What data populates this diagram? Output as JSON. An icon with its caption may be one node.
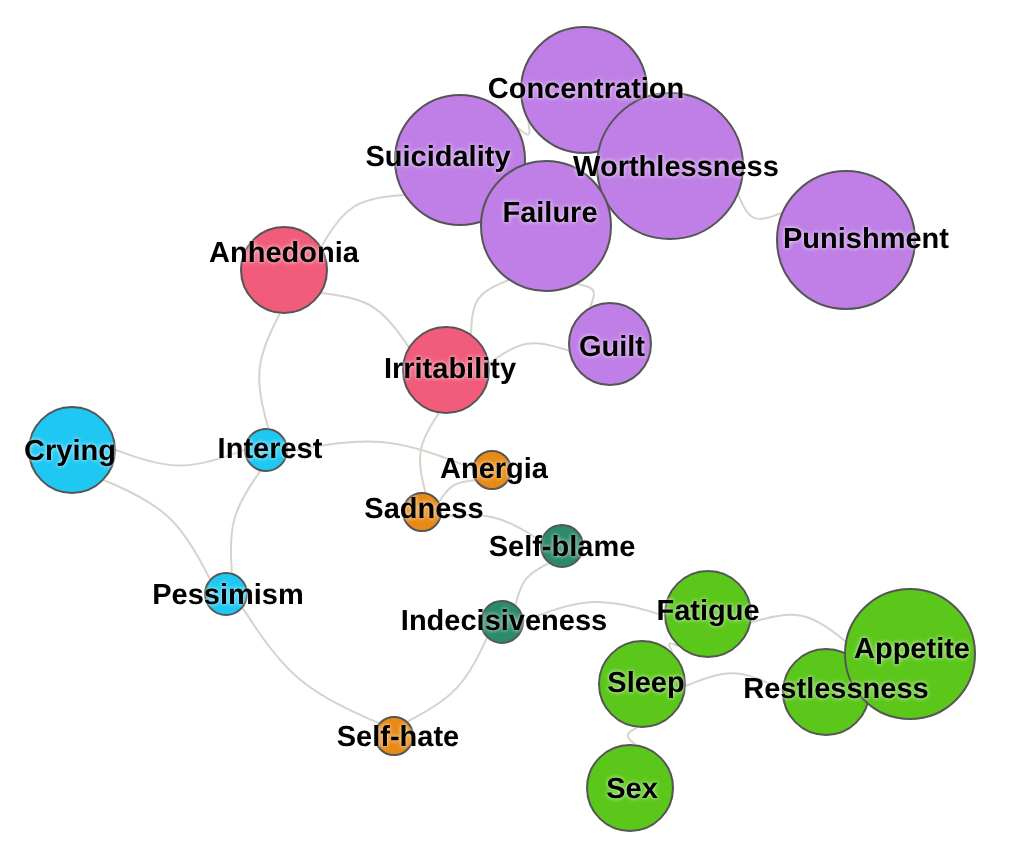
{
  "diagram": {
    "nodes": [
      {
        "text": [
          "Concentration"
        ]
      },
      {
        "text": [
          "Suicidality"
        ]
      },
      {
        "text": [
          "Worthlessness"
        ]
      },
      {
        "text": [
          "Failure"
        ]
      },
      {
        "text": [
          "Punishment"
        ]
      },
      {
        "text": [
          "Guilt"
        ]
      },
      {
        "text": [
          "Anhedonia"
        ]
      },
      {
        "text": [
          "Irritability"
        ]
      },
      {
        "text": [
          "Crying"
        ]
      },
      {
        "text": [
          "Interest"
        ]
      },
      {
        "text": [
          "Pessimism"
        ]
      },
      {
        "text": [
          "Anergia"
        ]
      },
      {
        "text": [
          "Sadness"
        ]
      },
      {
        "text": [
          "Self-blame"
        ]
      },
      {
        "text": [
          "Indecisiveness"
        ]
      },
      {
        "text": [
          "Fatigue"
        ]
      },
      {
        "text": [
          "Sleep"
        ]
      },
      {
        "text": [
          "Restlessness"
        ]
      },
      {
        "text": [
          "Appetite"
        ]
      },
      {
        "text": [
          "Sex"
        ]
      },
      {
        "text": [
          "Self-hate"
        ]
      }
    ],
    "edges": [
      {
        "from": 0,
        "to": 1,
        "arrow": "none"
      },
      {
        "from": 2,
        "to": 4,
        "arrow": "none"
      },
      {
        "from": 3,
        "to": 5,
        "arrow": "none"
      },
      {
        "from": 1,
        "to": 6,
        "arrow": "none"
      },
      {
        "from": 6,
        "to": 7,
        "arrow": "none"
      },
      {
        "from": 6,
        "to": 9,
        "arrow": "none"
      },
      {
        "from": 7,
        "to": 5,
        "arrow": "none"
      },
      {
        "from": 8,
        "to": 9,
        "arrow": "none"
      },
      {
        "from": 8,
        "to": 10,
        "arrow": "none"
      },
      {
        "from": 9,
        "to": 10,
        "arrow": "none"
      },
      {
        "from": 9,
        "to": 11,
        "arrow": "none"
      },
      {
        "from": 11,
        "to": 12,
        "arrow": "none"
      },
      {
        "from": 12,
        "to": 13,
        "arrow": "none"
      },
      {
        "from": 13,
        "to": 14,
        "arrow": "none"
      },
      {
        "from": 14,
        "to": 15,
        "arrow": "none"
      },
      {
        "from": 15,
        "to": 16,
        "arrow": "none"
      },
      {
        "from": 16,
        "to": 17,
        "arrow": "none"
      },
      {
        "from": 16,
        "to": 19,
        "arrow": "none"
      },
      {
        "from": 14,
        "to": 20,
        "arrow": "none"
      },
      {
        "from": 10,
        "to": 20,
        "arrow": "none"
      },
      {
        "from": 12,
        "to": 7,
        "arrow": "none"
      },
      {
        "from": 3,
        "to": 7,
        "arrow": "none"
      },
      {
        "from": 15,
        "to": 18,
        "arrow": "none"
      }
    ]
  }
}
